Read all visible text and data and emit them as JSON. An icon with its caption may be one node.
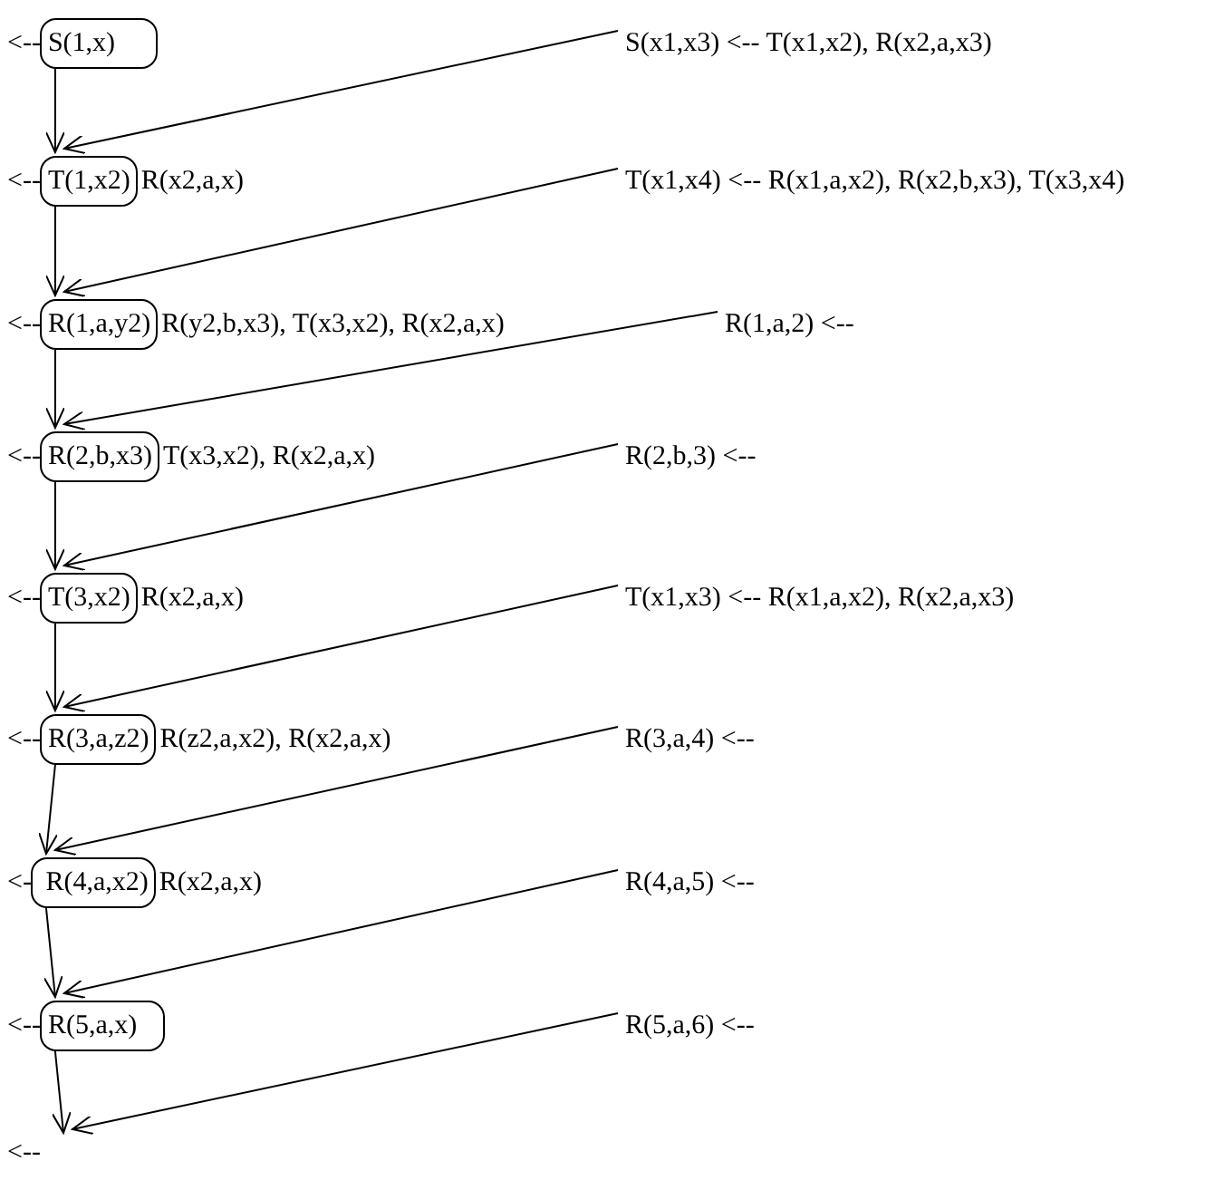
{
  "diagram": {
    "nodes": [
      {
        "text": [
          "S(1,x)"
        ],
        "beside": [
          "<--"
        ]
      },
      {
        "text": [
          "S(x1,x3) <-- T(x1,x2),  R(x2,a,x3)"
        ]
      },
      {
        "text": [
          "T(1,x2)"
        ],
        "beside": [
          "<--",
          "R(x2,a,x)"
        ]
      },
      {
        "text": [
          "T(x1,x4) <-- R(x1,a,x2), R(x2,b,x3), T(x3,x4)"
        ]
      },
      {
        "text": [
          "R(1,a,y2)"
        ],
        "beside": [
          "<--",
          "R(y2,b,x3), T(x3,x2), R(x2,a,x)"
        ]
      },
      {
        "text": [
          "R(1,a,2) <--"
        ]
      },
      {
        "text": [
          "R(2,b,x3)"
        ],
        "beside": [
          "<--",
          "T(x3,x2), R(x2,a,x)"
        ]
      },
      {
        "text": [
          "R(2,b,3) <--"
        ]
      },
      {
        "text": [
          "T(3,x2)"
        ],
        "beside": [
          "<--",
          "R(x2,a,x)"
        ]
      },
      {
        "text": [
          "T(x1,x3) <-- R(x1,a,x2), R(x2,a,x3)"
        ]
      },
      {
        "text": [
          "R(3,a,z2)"
        ],
        "beside": [
          "<--",
          "R(z2,a,x2), R(x2,a,x)"
        ]
      },
      {
        "text": [
          "R(3,a,4) <--"
        ]
      },
      {
        "text": [
          " R(4,a,x2)"
        ],
        "beside": [
          "<-",
          "R(x2,a,x)"
        ]
      },
      {
        "text": [
          "R(4,a,5) <--"
        ]
      },
      {
        "text": [
          "R(5,a,x)"
        ],
        "beside": [
          "<--"
        ]
      },
      {
        "text": [
          "R(5,a,6) <--"
        ]
      },
      {
        "text": [
          "<--"
        ]
      }
    ],
    "edges": [
      {
        "from": 0,
        "to": 2,
        "arrow": "to"
      },
      {
        "from": 1,
        "to": 2,
        "arrow": "to"
      },
      {
        "from": 2,
        "to": 4,
        "arrow": "to"
      },
      {
        "from": 3,
        "to": 4,
        "arrow": "to"
      },
      {
        "from": 4,
        "to": 6,
        "arrow": "to"
      },
      {
        "from": 5,
        "to": 6,
        "arrow": "to"
      },
      {
        "from": 6,
        "to": 8,
        "arrow": "to"
      },
      {
        "from": 7,
        "to": 8,
        "arrow": "to"
      },
      {
        "from": 8,
        "to": 10,
        "arrow": "to"
      },
      {
        "from": 9,
        "to": 10,
        "arrow": "to"
      },
      {
        "from": 10,
        "to": 12,
        "arrow": "to"
      },
      {
        "from": 11,
        "to": 12,
        "arrow": "to"
      },
      {
        "from": 12,
        "to": 14,
        "arrow": "to"
      },
      {
        "from": 13,
        "to": 14,
        "arrow": "to"
      },
      {
        "from": 14,
        "to": 16,
        "arrow": "to"
      },
      {
        "from": 15,
        "to": 16,
        "arrow": "to"
      }
    ]
  }
}
